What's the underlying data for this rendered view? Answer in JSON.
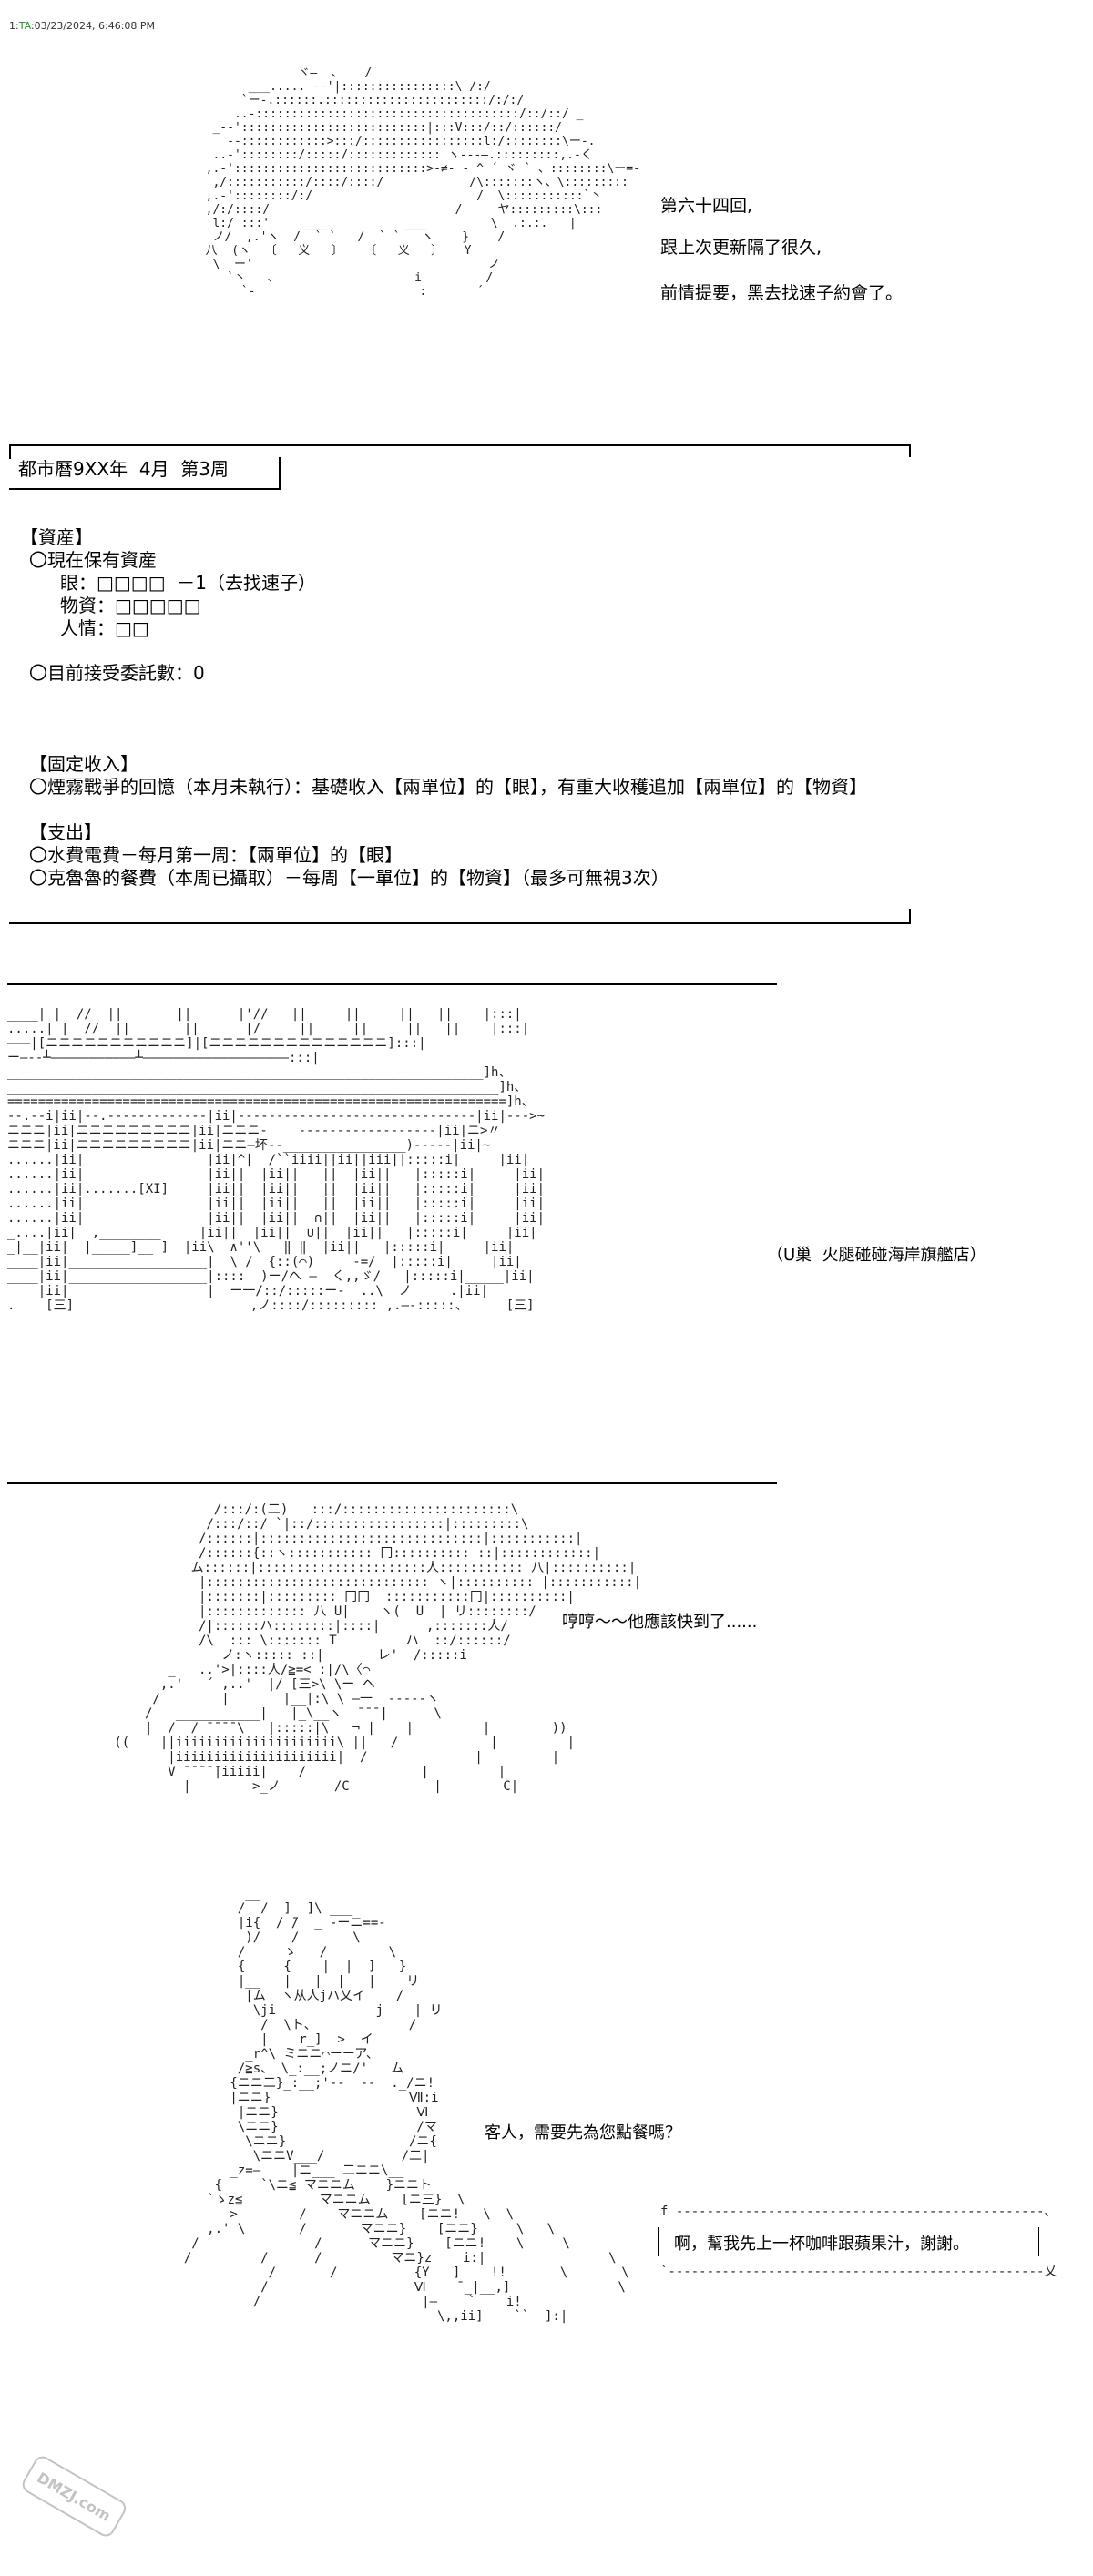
{
  "header": {
    "post_no": "1:",
    "author": "TA",
    "timestamp": ":03/23/2024, 6:46:08 PM"
  },
  "intro": {
    "line1": "第六十四回,",
    "line2": "跟上次更新隔了很久,",
    "line3": "前情提要，黑去找速子約會了。"
  },
  "status": {
    "date_title": "都市曆9XX年  4月  第3周",
    "assets_heading": "【資産】",
    "current_assets": "〇現在保有資産",
    "eye": "眼：□□□□  －1（去找速子）",
    "material": "物資：□□□□□",
    "favor": "人情：□□",
    "commissions": "〇目前接受委託數：0",
    "income_heading": "【固定收入】",
    "income_line": "〇煙霧戰爭的回憶（本月未執行）：基礎收入【兩單位】的【眼】，有重大收穫追加【兩單位】的【物資】",
    "expense_heading": "【支出】",
    "expense_1": "〇水費電費－每月第一周：【兩單位】的【眼】",
    "expense_2": "〇克魯魯的餐費（本周已攝取）－每周【一單位】的【物資】（最多可無視3次）"
  },
  "scene": {
    "location": "（U巢  火腿碰碰海岸旗艦店）",
    "thought": "哼哼～～他應該快到了......",
    "waiter_line": "客人，需要先為您點餐嗎？",
    "reply_line": "啊，幫我先上一杯咖啡跟蘋果汁，謝謝。"
  },
  "watermark": "DMZJ.com"
}
